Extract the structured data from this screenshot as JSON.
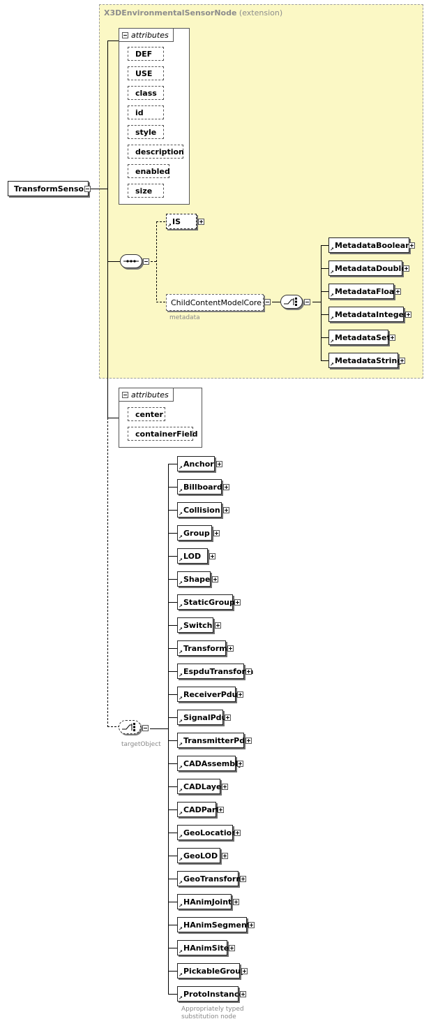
{
  "extension_box": {
    "base_name": "X3DEnvironmentalSensorNode",
    "suffix": "(extension)"
  },
  "root_element": "TransformSensor",
  "inherited_attributes": {
    "header": "attributes",
    "items": [
      "DEF",
      "USE",
      "class",
      "id",
      "style",
      "description",
      "enabled",
      "size"
    ]
  },
  "is_element": "IS",
  "child_group": {
    "name": "ChildContentModelCore",
    "caption": "metadata"
  },
  "metadata_elements": [
    "MetadataBoolean",
    "MetadataDouble",
    "MetadataFloat",
    "MetadataInteger",
    "MetadataSet",
    "MetadataString"
  ],
  "own_attributes": {
    "header": "attributes",
    "items": [
      "center",
      "containerField"
    ]
  },
  "target_choice_caption": "targetObject",
  "target_elements": [
    "Anchor",
    "Billboard",
    "Collision",
    "Group",
    "LOD",
    "Shape",
    "StaticGroup",
    "Switch",
    "Transform",
    "EspduTransform",
    "ReceiverPdu",
    "SignalPdu",
    "TransmitterPdu",
    "CADAssembly",
    "CADLayer",
    "CADPart",
    "GeoLocation",
    "GeoLOD",
    "GeoTransform",
    "HAnimJoint",
    "HAnimSegment",
    "HAnimSite",
    "PickableGroup",
    "ProtoInstance"
  ],
  "substitution_note": "Appropriately typed substitution node",
  "colors": {
    "extension_fill": "#fbf8c5",
    "extension_border": "#9e9e9e",
    "caption_grey": "#888888"
  }
}
